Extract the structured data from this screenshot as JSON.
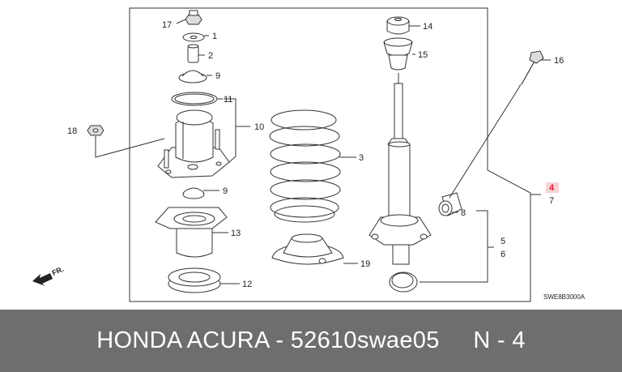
{
  "diagram": {
    "callouts": [
      "1",
      "2",
      "3",
      "4",
      "5",
      "6",
      "7",
      "8",
      "9",
      "9",
      "10",
      "11",
      "12",
      "13",
      "14",
      "15",
      "16",
      "17",
      "18",
      "19"
    ],
    "direction_label": "FR.",
    "drawing_code": "SWE8B3000A",
    "highlight_color": "#e11d2b"
  },
  "footer": {
    "text": "HONDA ACURA - 52610swae05     N - 4",
    "background": "#6e6e6e"
  }
}
